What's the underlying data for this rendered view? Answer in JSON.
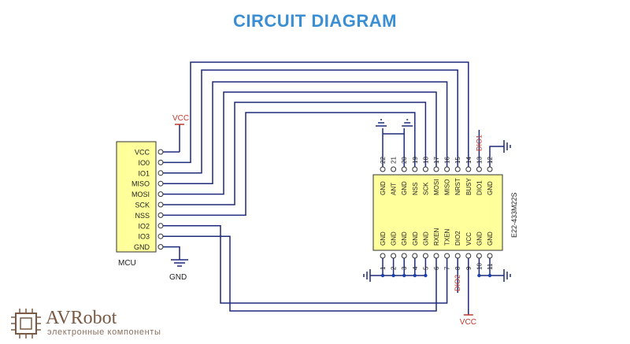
{
  "title": "CIRCUIT DIAGRAM",
  "mcu": {
    "label": "MCU",
    "pins": [
      "VCC",
      "IO0",
      "IO1",
      "MISO",
      "MOSI",
      "SCK",
      "NSS",
      "IO2",
      "IO3",
      "GND"
    ]
  },
  "module": {
    "part_number": "E22-433M22S",
    "top_pins": [
      {
        "num": "22",
        "name": "GND"
      },
      {
        "num": "21",
        "name": "ANT"
      },
      {
        "num": "20",
        "name": "GND"
      },
      {
        "num": "19",
        "name": "NSS"
      },
      {
        "num": "18",
        "name": "SCK"
      },
      {
        "num": "17",
        "name": "MOSI"
      },
      {
        "num": "16",
        "name": "MISO"
      },
      {
        "num": "15",
        "name": "NRST"
      },
      {
        "num": "14",
        "name": "BUSY"
      },
      {
        "num": "13",
        "name": "DIO1"
      },
      {
        "num": "12",
        "name": "GND"
      }
    ],
    "bottom_pins": [
      {
        "num": "1",
        "name": "GND"
      },
      {
        "num": "2",
        "name": "GND"
      },
      {
        "num": "3",
        "name": "GND"
      },
      {
        "num": "4",
        "name": "GND"
      },
      {
        "num": "5",
        "name": "GND"
      },
      {
        "num": "6",
        "name": "RXEN"
      },
      {
        "num": "7",
        "name": "TXEN"
      },
      {
        "num": "8",
        "name": "DIO2"
      },
      {
        "num": "9",
        "name": "VCC"
      },
      {
        "num": "10",
        "name": "GND"
      },
      {
        "num": "11",
        "name": "GND"
      }
    ]
  },
  "net_labels": {
    "vcc_mcu": "VCC",
    "gnd_mcu": "GND",
    "dio1": "DIO1",
    "dio2": "DIO2",
    "vcc_module": "VCC"
  },
  "logo": {
    "name": "AVRobot",
    "tagline": "электронные компоненты"
  },
  "colors": {
    "title": "#3a8fd4",
    "wire": "#1e2a7a",
    "label_red": "#c0392b",
    "module_fill": "#ffff9c",
    "logo": "#7a5a44"
  }
}
